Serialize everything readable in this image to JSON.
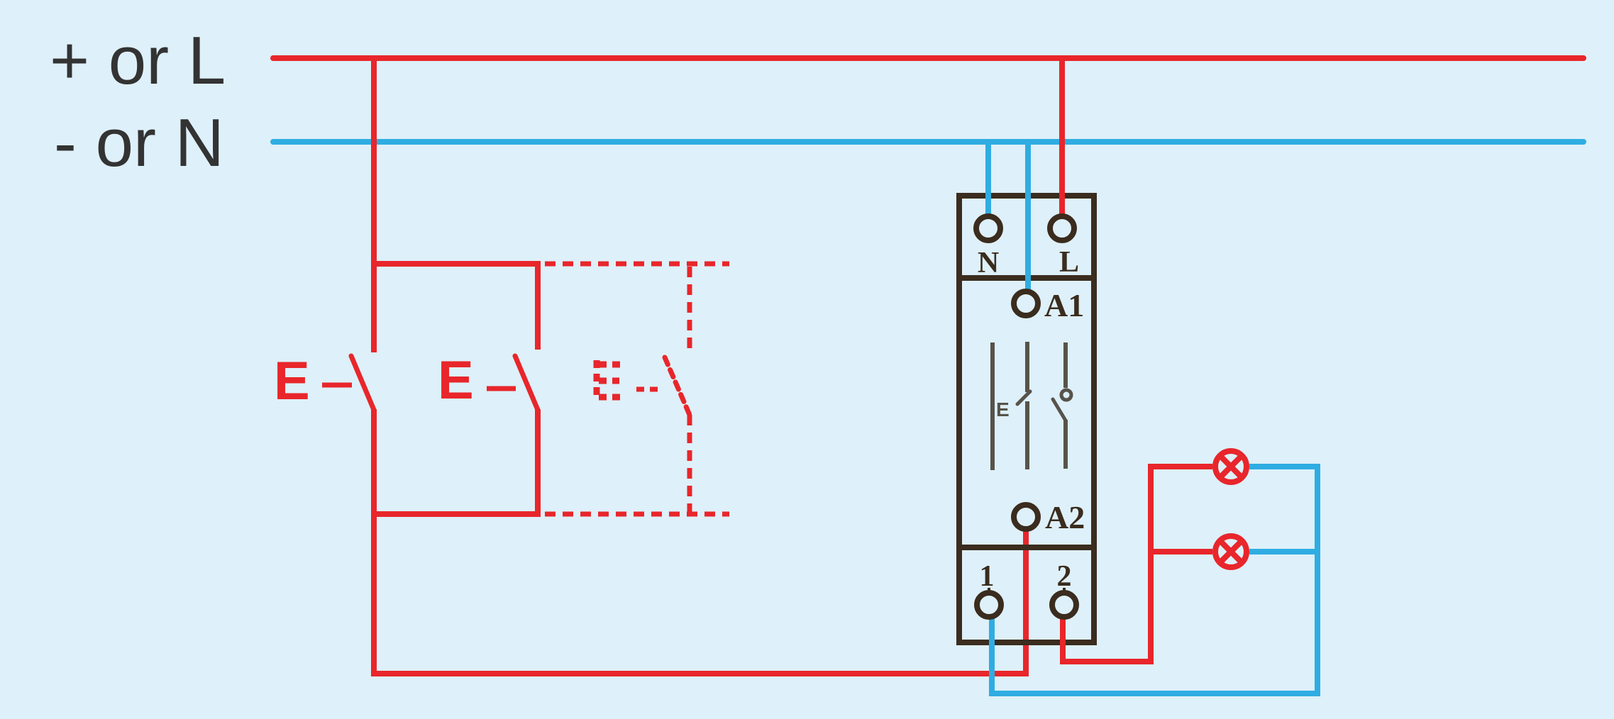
{
  "diagram": {
    "type": "electrical-wiring-diagram",
    "description": "Impulse relay module wiring: supply bus, parallel push buttons (one optional shown dashed), DIN module with terminals and two lamps",
    "supply": {
      "live": "+ or L",
      "neutral": "- or N"
    },
    "push_buttons": [
      {
        "label": "E",
        "style": "solid"
      },
      {
        "label": "E",
        "style": "solid"
      },
      {
        "label": "E",
        "style": "dashed-optional"
      }
    ],
    "module": {
      "top_terminals": [
        "N",
        "L"
      ],
      "coil_terminals": [
        "A1",
        "A2"
      ],
      "contact_terminals": [
        "1",
        "2"
      ],
      "internal_symbol": "E"
    },
    "lamps": {
      "count": 2,
      "symbol": "circle-with-diagonal-cross"
    }
  },
  "labels": {
    "live": "+ or L",
    "neutral": "- or N",
    "e1": "E",
    "e2": "E",
    "n": "N",
    "l": "L",
    "a1": "A1",
    "a2": "A2",
    "t1": "1",
    "t2": "2",
    "internal_e": "E"
  },
  "colors": {
    "red": "#e8262b",
    "blue": "#2fade2",
    "dark": "#3a2c1e",
    "gray": "#57534b",
    "ink": "#333333",
    "bg": "#def0f9"
  }
}
